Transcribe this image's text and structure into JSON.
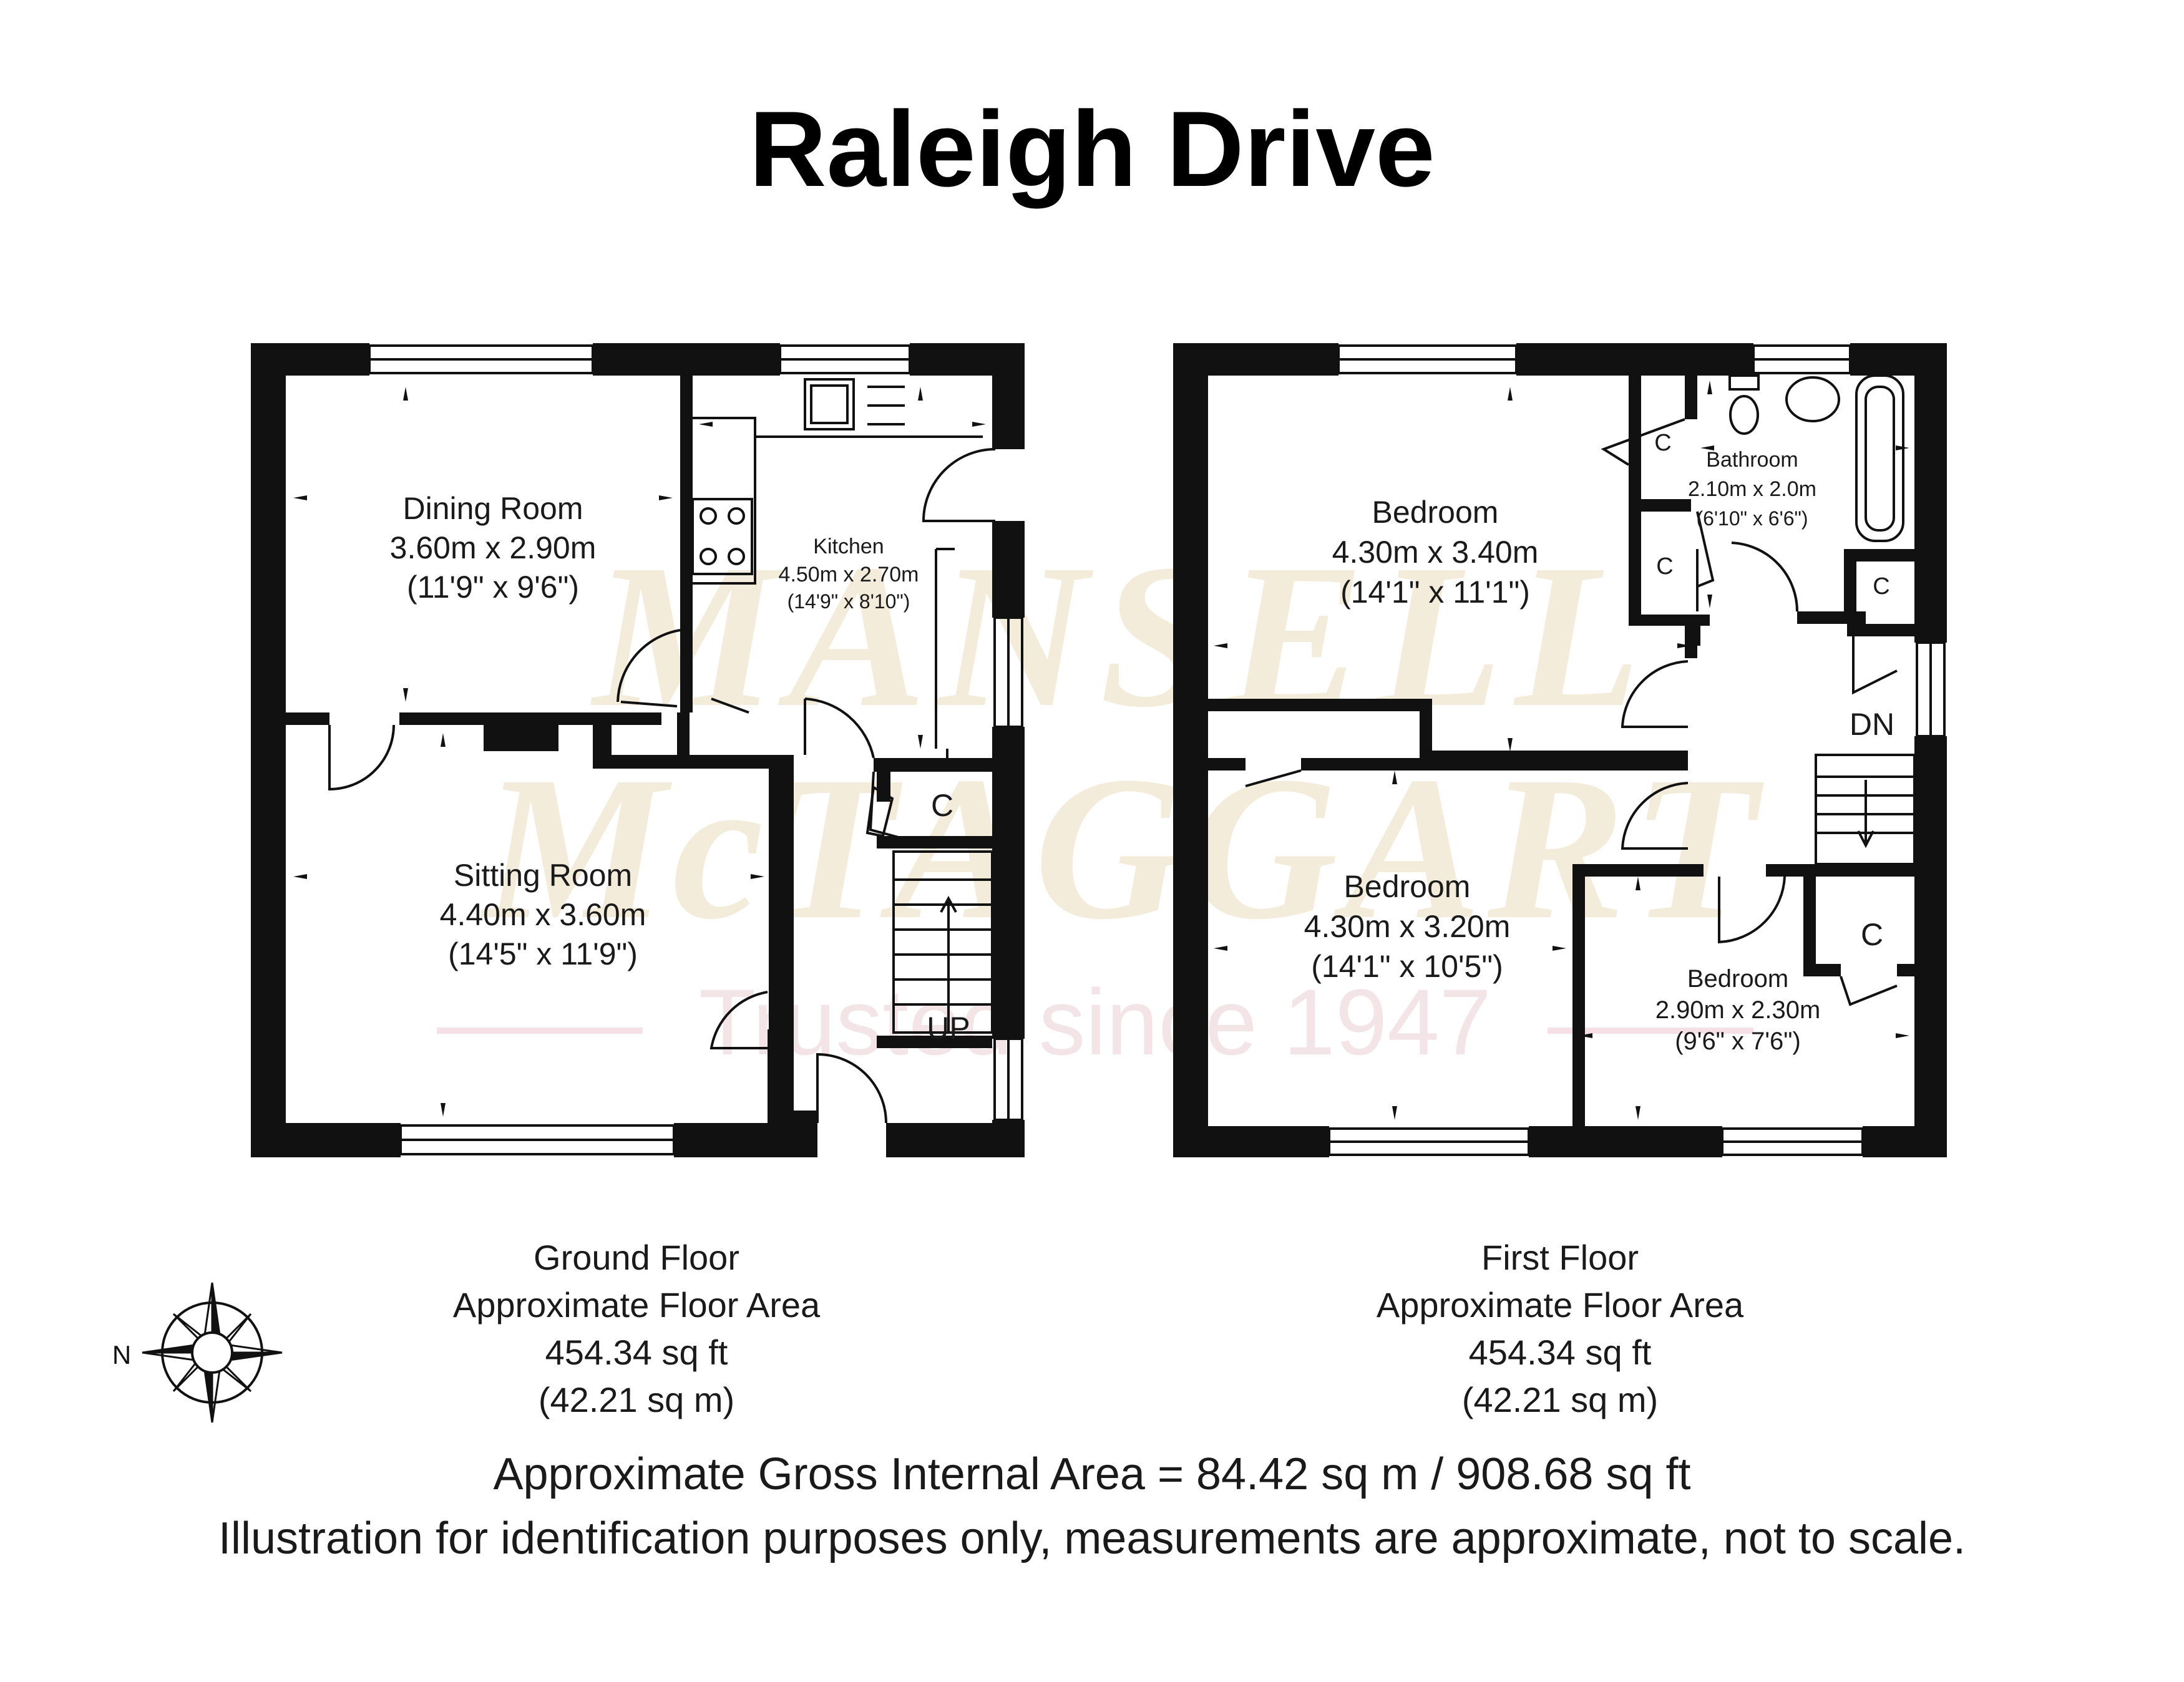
{
  "title": "Raleigh Drive",
  "ground_floor": {
    "rooms": {
      "dining": {
        "name": "Dining Room",
        "metric": "3.60m x 2.90m",
        "imperial": "(11'9\" x 9'6\")"
      },
      "kitchen": {
        "name": "Kitchen",
        "metric": "4.50m x 2.70m",
        "imperial": "(14'9\" x 8'10\")"
      },
      "sitting": {
        "name": "Sitting Room",
        "metric": "4.40m x 3.60m",
        "imperial": "(14'5\" x 11'9\")"
      }
    },
    "cupboard_label": "C",
    "stairs_label": "UP",
    "info": {
      "name": "Ground Floor",
      "area_label": "Approximate Floor Area",
      "sqft": "454.34 sq ft",
      "sqm": "(42.21 sq m)"
    }
  },
  "first_floor": {
    "rooms": {
      "bedroom1": {
        "name": "Bedroom",
        "metric": "4.30m x 3.40m",
        "imperial": "(14'1\" x 11'1\")"
      },
      "bedroom2": {
        "name": "Bedroom",
        "metric": "4.30m x 3.20m",
        "imperial": "(14'1\" x 10'5\")"
      },
      "bedroom3": {
        "name": "Bedroom",
        "metric": "2.90m x 2.30m",
        "imperial": "(9'6\" x 7'6\")"
      },
      "bathroom": {
        "name": "Bathroom",
        "metric": "2.10m x 2.0m",
        "imperial": "(6'10\" x 6'6\")"
      }
    },
    "cupboard_label": "C",
    "stairs_label": "DN",
    "info": {
      "name": "First Floor",
      "area_label": "Approximate Floor Area",
      "sqft": "454.34 sq ft",
      "sqm": "(42.21 sq m)"
    }
  },
  "compass_label": "N",
  "watermark": {
    "line1": "MANSELL",
    "line2": "McTAGGART",
    "tagline": "Trusted since 1947"
  },
  "gross_area": "Approximate Gross Internal Area = 84.42 sq m / 908.68 sq ft",
  "disclaimer": "Illustration for identification purposes only, measurements are approximate, not to scale.",
  "colors": {
    "wall": "#111111",
    "watermark": "#f3ead6",
    "watermark_line": "#f4dde3"
  }
}
